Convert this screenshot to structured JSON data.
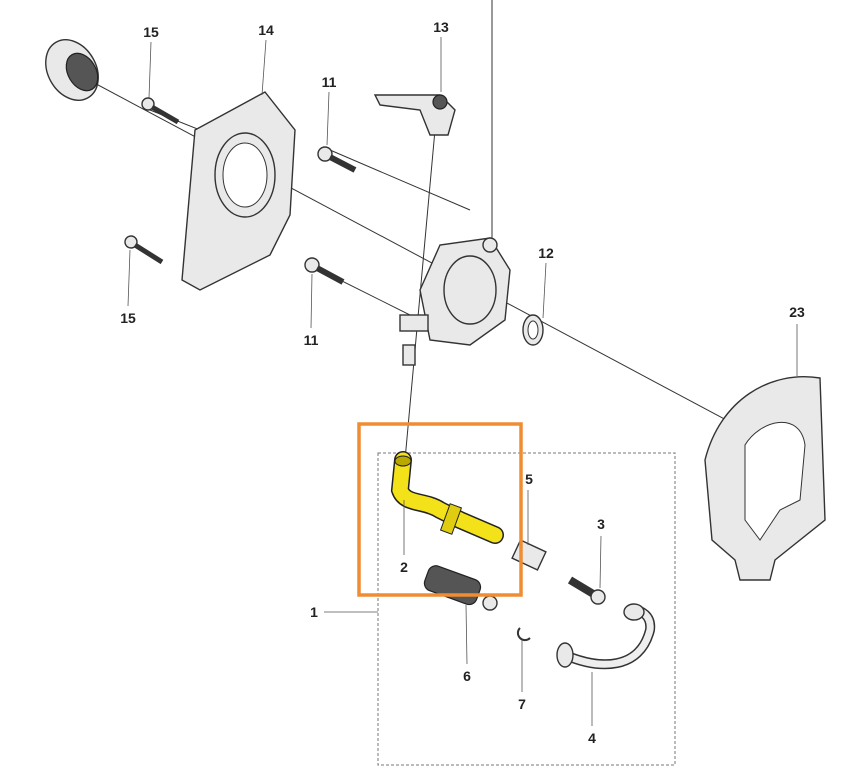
{
  "diagram": {
    "title": "Oil pump assembly exploded view",
    "callouts": [
      "15",
      "14",
      "13",
      "11",
      "12",
      "15",
      "11",
      "23",
      "5",
      "3",
      "2",
      "1",
      "6",
      "7",
      "4"
    ],
    "highlighted_part": "2",
    "colors": {
      "highlight": "#f3e21a",
      "selection_box": "#f08c32",
      "line": "#333333"
    }
  }
}
